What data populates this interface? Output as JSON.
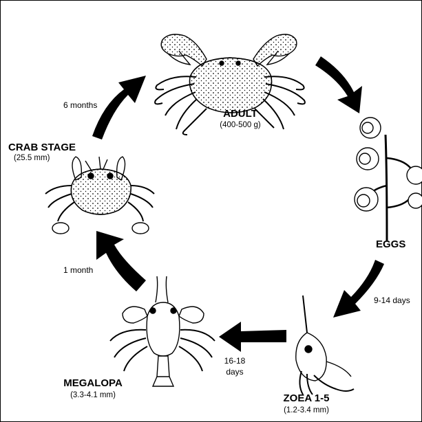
{
  "stages": {
    "adult": {
      "name": "ADULT",
      "size": "(400-500 g)"
    },
    "eggs": {
      "name": "EGGS"
    },
    "zoea": {
      "name": "ZOEA 1-5",
      "size": "(1.2-3.4 mm)"
    },
    "megalopa": {
      "name": "MEGALOPA",
      "size": "(3.3-4.1 mm)"
    },
    "crab_stage": {
      "name": "CRAB STAGE",
      "size": "(25.5 mm)"
    }
  },
  "durations": {
    "eggs_to_zoea": "9-14 days",
    "zoea_to_megalopa_line1": "16-18",
    "zoea_to_megalopa_line2": "days",
    "megalopa_to_crab": "1 month",
    "crab_to_adult": "6 months"
  },
  "colors": {
    "ink": "#000000",
    "paper": "#ffffff",
    "shell": "#f4f4f4"
  }
}
